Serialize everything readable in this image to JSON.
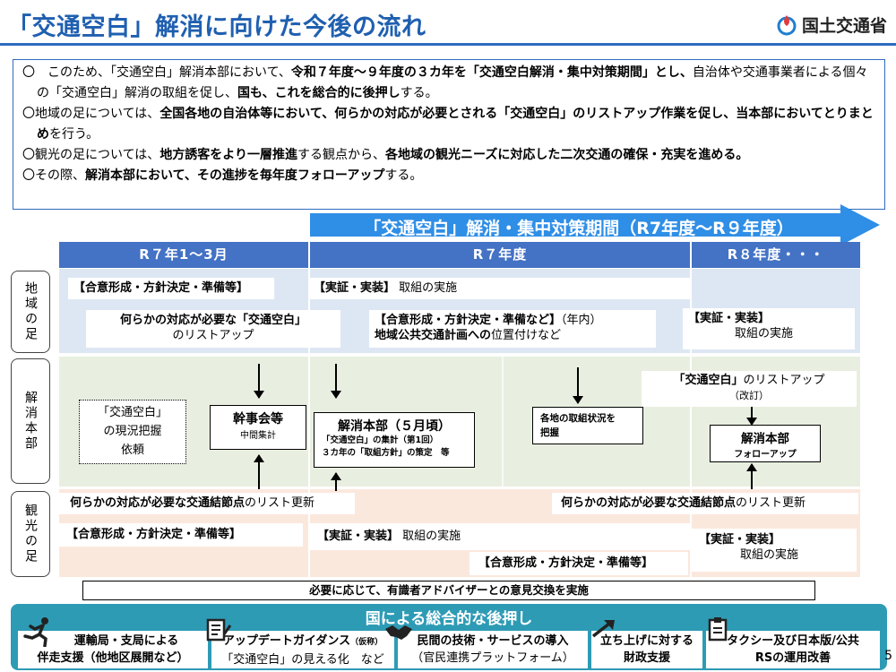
{
  "header": {
    "title": "「交通空白」解消に向けた今後の流れ",
    "logo_text": "国土交通省"
  },
  "intro": {
    "p1_a": "〇　このため、「交通空白」解消本部において、",
    "p1_b": "令和７年度～９年度の３カ年を「交通空白解消・集中対策期間」とし、",
    "p1_c": "自治体や交通事業者による個々の「交通空白」解消の取組を促し、",
    "p1_d": "国も、これを総合的に後押し",
    "p1_e": "する。",
    "p2_a": "〇地域の足については、",
    "p2_b": "全国各地の自治体等において、何らかの対応が必要とされる「交通空白」のリストアップ作業を促し、当本部においてとりまとめ",
    "p2_c": "を行う。",
    "p3_a": "〇観光の足については、",
    "p3_b": "地方誘客をより一層推進",
    "p3_c": "する観点から、",
    "p3_d": "各地域の観光ニーズに対応した二次交通の確保・充実を進める。",
    "p4_a": "〇その際、",
    "p4_b": "解消本部において、その進捗を毎年度フォローアップ",
    "p4_c": "する。"
  },
  "period_banner": "「交通空白」解消・集中対策期間（R7年度～R９年度）",
  "periods": [
    "R７年1～3月",
    "R７年度",
    "R８年度・・・"
  ],
  "rows": {
    "region": "地域の足",
    "hq": "解消本部",
    "tourism": "観光の足"
  },
  "region": {
    "consensus": "【合意形成・方針決定・準備等】",
    "impl_tag": "【実証・実装】",
    "impl_text": "取組の実施",
    "listup_b": "何らかの対応が必要な「交通空白」",
    "listup_t": "のリストアップ",
    "plan_tag": "【合意形成・方針決定・準備など】",
    "plan_year": "（年内）",
    "plan_b": "地域公共交通計画への",
    "plan_t": "位置付けなど",
    "r8_tag": "【実証・実装】",
    "r8_text": "取組の実施"
  },
  "hq": {
    "survey_l1": "「交通空白」",
    "survey_l2": "の現況把握",
    "survey_l3": "依頼",
    "kanji_l1": "幹事会等",
    "kanji_l2": "中間集計",
    "honbu_l1": "解消本部（５月頃）",
    "honbu_l2": "「交通空白」の集計（第1回）",
    "honbu_l3": "３カ年の「取組方針」の策定　等",
    "status_l1": "各地の取組状況を",
    "status_l2": "把握",
    "revise_b": "「交通空白」",
    "revise_t": "のリストアップ",
    "revise_l2": "（改訂）",
    "follow_l1": "解消本部",
    "follow_l2": "フォローアップ"
  },
  "tourism": {
    "node_b": "何らかの対応が必要な交通結節点",
    "node_t": "のリスト更新",
    "node2_b": "何らかの対応が必要な交通結節点",
    "node2_t": "のリスト更新",
    "consensus": "【合意形成・方針決定・準備等】",
    "impl_tag": "【実証・実装】",
    "impl_text": "取組の実施",
    "consensus2": "【合意形成・方針決定・準備等】",
    "r8_tag": "【実証・実装】",
    "r8_text": "取組の実施"
  },
  "advisor": "必要に応じて、有識者アドバイザーとの意見交換を実施",
  "support": {
    "title": "国による総合的な後押し",
    "items": [
      {
        "l1": "運輸局・支局による",
        "l2": "伴走支援（他地区展開など）",
        "icon": "runner-icon"
      },
      {
        "l1": "アップデートガイダンス",
        "l1s": "（仮称）",
        "l2": "「交通空白」の見える化　など",
        "icon": "document-icon"
      },
      {
        "l1": "民間の技術・サービスの導入",
        "l2": "（官民連携プラットフォーム）",
        "icon": "handshake-icon"
      },
      {
        "l1": "立ち上げに対する",
        "l2": "財政支援",
        "icon": "growth-arrow-icon"
      },
      {
        "l1": "タクシー及び日本版/公共",
        "l2": "RSの運用改善",
        "icon": "clipboard-icon"
      }
    ]
  },
  "page_number": "5",
  "colors": {
    "accent": "#2e6bbf",
    "period": "#4472c4",
    "support": "#2e9bb5"
  }
}
